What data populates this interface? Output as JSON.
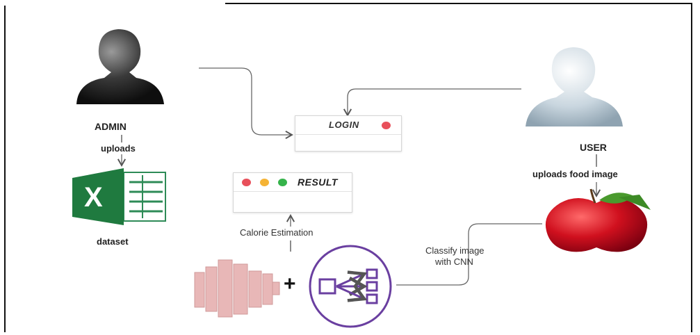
{
  "nodes": {
    "admin": "ADMIN",
    "admin_action": "uploads",
    "dataset": "dataset",
    "user": "USER",
    "user_action": "uploads food image",
    "login": "LOGIN",
    "result": "RESULT",
    "calorie": "Calorie Estimation",
    "classify_line1": "Classify image",
    "classify_line2": "with CNN",
    "plus": "+",
    "excel_letter": "X"
  },
  "colors": {
    "dot_red": "#e8505b",
    "dot_yellow": "#f5b335",
    "dot_green": "#35b34a",
    "excel_green": "#1f7a3f",
    "cnn_purple": "#6a3fa0",
    "stack_pink": "#e8b7b7",
    "apple_red": "#c8102e"
  },
  "icons": [
    "admin-avatar-icon",
    "user-avatar-icon",
    "excel-icon",
    "apple-icon",
    "layers-stack-icon",
    "cnn-network-icon"
  ]
}
